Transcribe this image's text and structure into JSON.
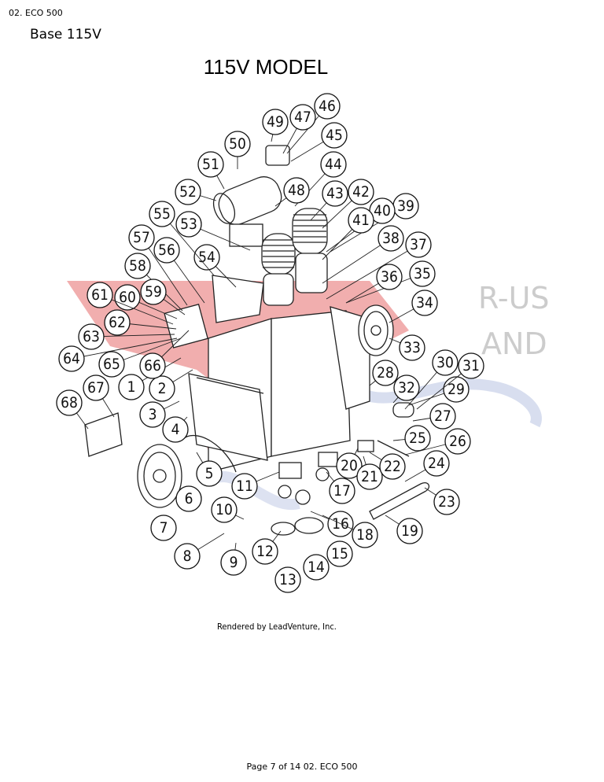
{
  "breadcrumb": "02. ECO 500",
  "section_title": "Base 115V",
  "diagram": {
    "title": "115V MODEL",
    "credit": "Rendered by LeadVenture, Inc.",
    "watermark": {
      "line1": "R-US",
      "line2": "AND",
      "color": "#e56c6c"
    },
    "callouts": [
      "1",
      "2",
      "3",
      "4",
      "5",
      "6",
      "7",
      "8",
      "9",
      "10",
      "11",
      "12",
      "13",
      "14",
      "15",
      "16",
      "17",
      "18",
      "19",
      "20",
      "21",
      "22",
      "23",
      "24",
      "25",
      "26",
      "27",
      "28",
      "29",
      "30",
      "31",
      "32",
      "33",
      "34",
      "35",
      "36",
      "37",
      "38",
      "39",
      "40",
      "41",
      "42",
      "43",
      "44",
      "45",
      "46",
      "47",
      "48",
      "49",
      "50",
      "51",
      "52",
      "53",
      "54",
      "55",
      "56",
      "57",
      "58",
      "59",
      "60",
      "61",
      "62",
      "63",
      "64",
      "65",
      "66",
      "67",
      "68"
    ]
  },
  "footer": "Page 7 of 14 02. ECO 500"
}
